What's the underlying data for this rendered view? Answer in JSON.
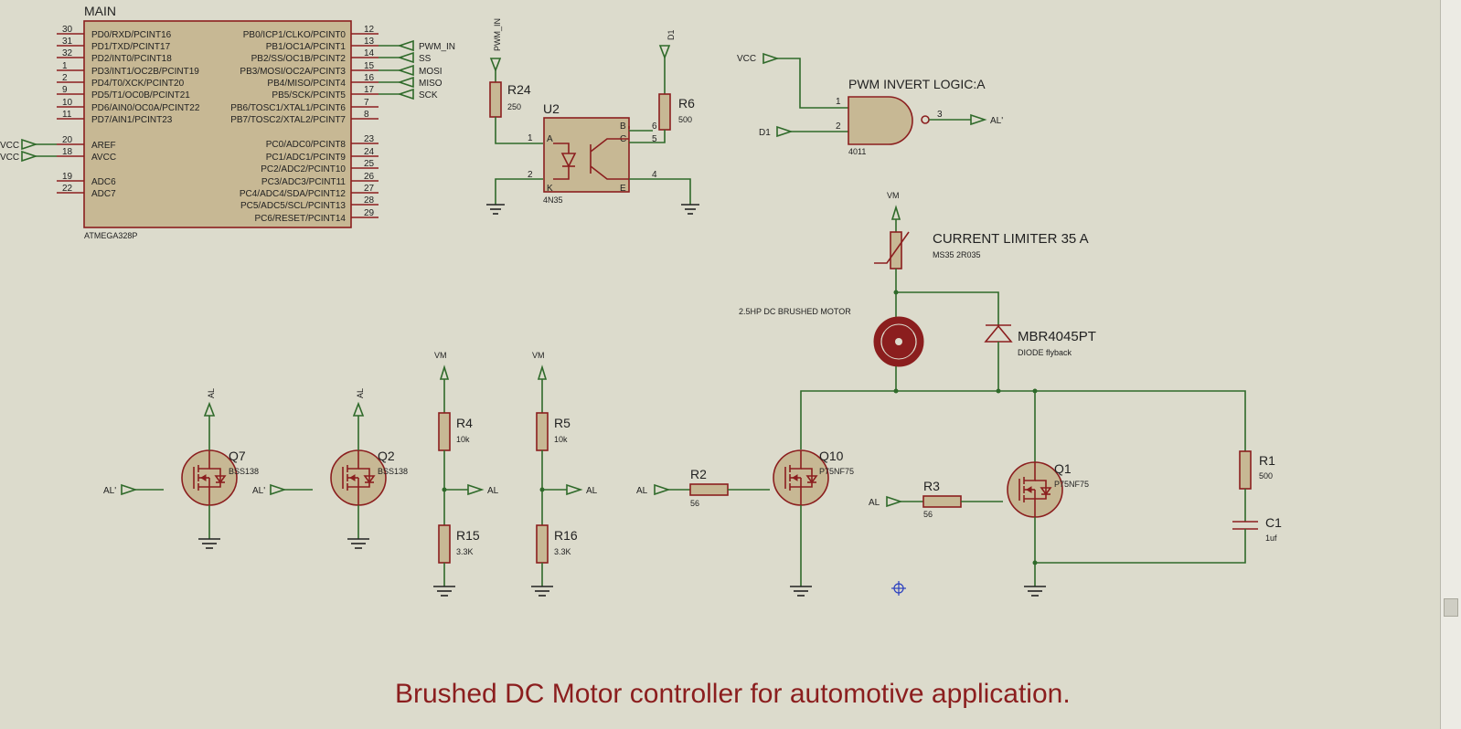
{
  "title": "Brushed DC Motor controller for automotive application.",
  "mcu": {
    "ref": "MAIN",
    "part": "ATMEGA328P",
    "left_pins": [
      {
        "num": "30",
        "name": "PD0/RXD/PCINT16"
      },
      {
        "num": "31",
        "name": "PD1/TXD/PCINT17"
      },
      {
        "num": "32",
        "name": "PD2/INT0/PCINT18"
      },
      {
        "num": "1",
        "name": "PD3/INT1/OC2B/PCINT19"
      },
      {
        "num": "2",
        "name": "PD4/T0/XCK/PCINT20"
      },
      {
        "num": "9",
        "name": "PD5/T1/OC0B/PCINT21"
      },
      {
        "num": "10",
        "name": "PD6/AIN0/OC0A/PCINT22"
      },
      {
        "num": "11",
        "name": "PD7/AIN1/PCINT23"
      },
      {
        "num": "20",
        "name": "AREF"
      },
      {
        "num": "18",
        "name": "AVCC"
      },
      {
        "num": "19",
        "name": "ADC6"
      },
      {
        "num": "22",
        "name": "ADC7"
      }
    ],
    "right_pins": [
      {
        "num": "12",
        "name": "PB0/ICP1/CLKO/PCINT0"
      },
      {
        "num": "13",
        "name": "PB1/OC1A/PCINT1"
      },
      {
        "num": "14",
        "name": "PB2/SS/OC1B/PCINT2"
      },
      {
        "num": "15",
        "name": "PB3/MOSI/OC2A/PCINT3"
      },
      {
        "num": "16",
        "name": "PB4/MISO/PCINT4"
      },
      {
        "num": "17",
        "name": "PB5/SCK/PCINT5"
      },
      {
        "num": "7",
        "name": "PB6/TOSC1/XTAL1/PCINT6"
      },
      {
        "num": "8",
        "name": "PB7/TOSC2/XTAL2/PCINT7"
      },
      {
        "num": "23",
        "name": "PC0/ADC0/PCINT8"
      },
      {
        "num": "24",
        "name": "PC1/ADC1/PCINT9"
      },
      {
        "num": "25",
        "name": "PC2/ADC2/PCINT10"
      },
      {
        "num": "26",
        "name": "PC3/ADC3/PCINT11"
      },
      {
        "num": "27",
        "name": "PC4/ADC4/SDA/PCINT12"
      },
      {
        "num": "28",
        "name": "PC5/ADC5/SCL/PCINT13"
      },
      {
        "num": "29",
        "name": "PC6/RESET/PCINT14"
      }
    ],
    "vcc_labels": [
      "VCC",
      "VCC"
    ],
    "right_terminals": [
      "PWM_IN",
      "SS",
      "MOSI",
      "MISO",
      "SCK"
    ]
  },
  "opto": {
    "ref": "U2",
    "part": "4N35",
    "pin_letters": [
      "A",
      "K",
      "B",
      "C",
      "E"
    ],
    "pin_numbers": [
      "1",
      "2",
      "6",
      "5",
      "4"
    ],
    "r24": {
      "ref": "R24",
      "value": "250"
    },
    "r6": {
      "ref": "R6",
      "value": "500"
    },
    "in_label": "PWM_IN",
    "out_label": "D1"
  },
  "gate": {
    "ref": "PWM INVERT LOGIC:A",
    "part": "4011",
    "in1": "VCC",
    "in2": "D1",
    "out": "AL'",
    "pins": [
      "1",
      "2",
      "3"
    ]
  },
  "power": {
    "vm_label": "VM",
    "limiter": {
      "ref": "CURRENT LIMITER 35 A",
      "part": "MS35 2R035"
    },
    "motor_label": "2.5HP DC BRUSHED MOTOR",
    "diode": {
      "ref": "MBR4045PT",
      "desc": "DIODE flyback"
    }
  },
  "q7": {
    "ref": "Q7",
    "part": "BSS138",
    "gate": "AL'",
    "drain": "AL"
  },
  "q2": {
    "ref": "Q2",
    "part": "BSS138",
    "gate": "AL'",
    "drain": "AL"
  },
  "div1": {
    "vm": "VM",
    "top": {
      "ref": "R4",
      "value": "10k"
    },
    "bot": {
      "ref": "R15",
      "value": "3.3K"
    },
    "out": "AL"
  },
  "div2": {
    "vm": "VM",
    "top": {
      "ref": "R5",
      "value": "10k"
    },
    "bot": {
      "ref": "R16",
      "value": "3.3K"
    },
    "out": "AL"
  },
  "q10": {
    "ref": "Q10",
    "part": "P75NF75",
    "in": "AL",
    "r": {
      "ref": "R2",
      "value": "56"
    }
  },
  "q1": {
    "ref": "Q1",
    "part": "P75NF75",
    "in": "AL",
    "r": {
      "ref": "R3",
      "value": "56"
    }
  },
  "snubber": {
    "r": {
      "ref": "R1",
      "value": "500"
    },
    "c": {
      "ref": "C1",
      "value": "1uf"
    }
  },
  "colors": {
    "background": "#dcdbcc",
    "wire": "#2f6a2a",
    "component": "#8b1e1e",
    "fill": "#c7b894",
    "title": "#8b1e1e"
  }
}
